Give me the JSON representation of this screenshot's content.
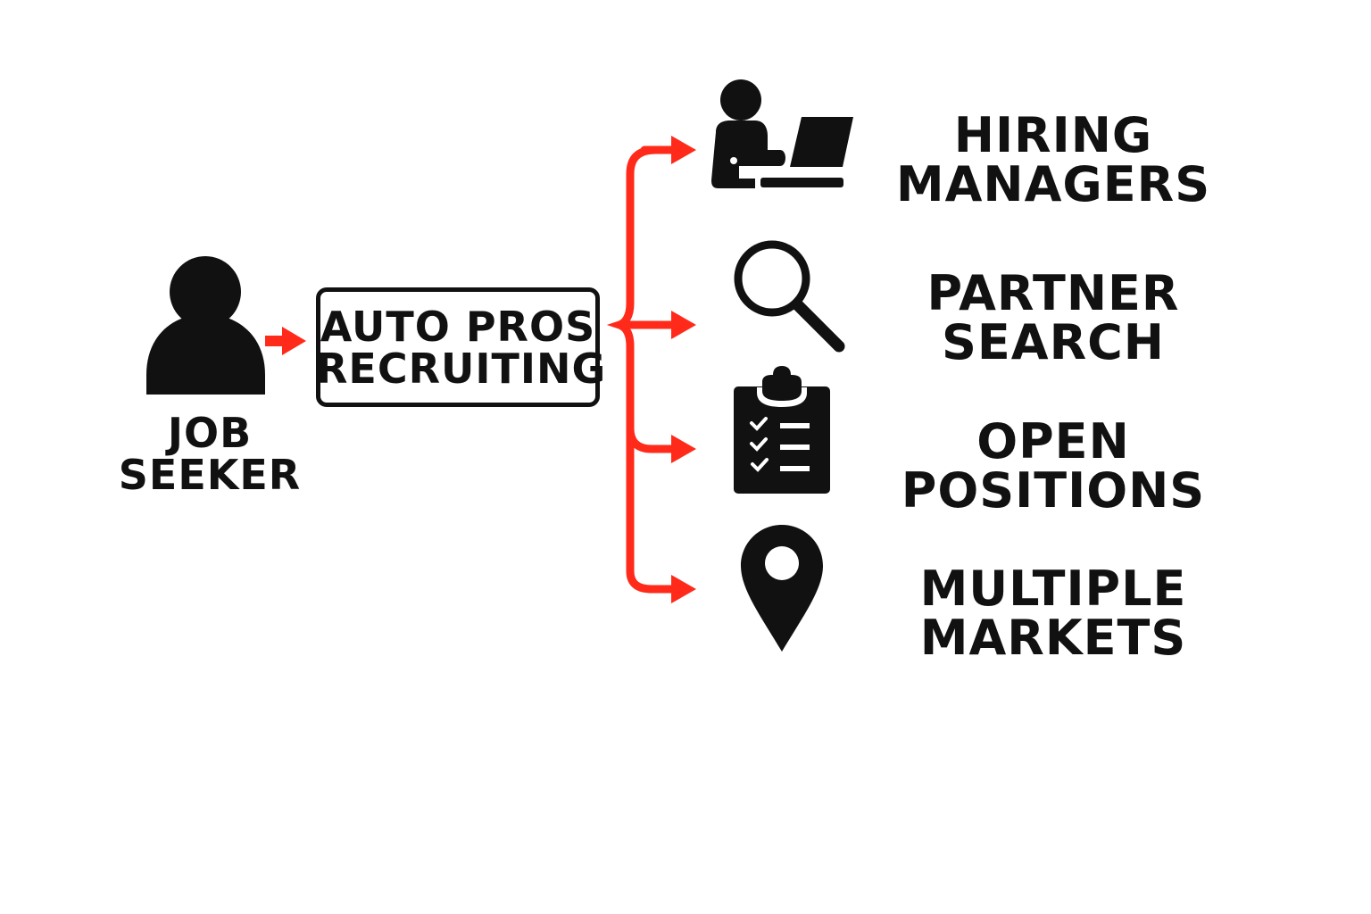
{
  "colors": {
    "accent": "#ff2a1a",
    "ink": "#111111",
    "background": "#ffffff"
  },
  "source": {
    "icon": "person-icon",
    "label_lines": [
      "JOB",
      "SEEKER"
    ]
  },
  "hub": {
    "label_lines": [
      "AUTO PROS",
      "RECRUITING"
    ]
  },
  "targets": [
    {
      "icon": "person-at-laptop-icon",
      "label_lines": [
        "HIRING",
        "MANAGERS"
      ]
    },
    {
      "icon": "magnifying-glass-icon",
      "label_lines": [
        "PARTNER",
        "SEARCH"
      ]
    },
    {
      "icon": "clipboard-checklist-icon",
      "label_lines": [
        "OPEN",
        "POSITIONS"
      ]
    },
    {
      "icon": "map-pin-icon",
      "label_lines": [
        "MULTIPLE",
        "MARKETS"
      ]
    }
  ]
}
